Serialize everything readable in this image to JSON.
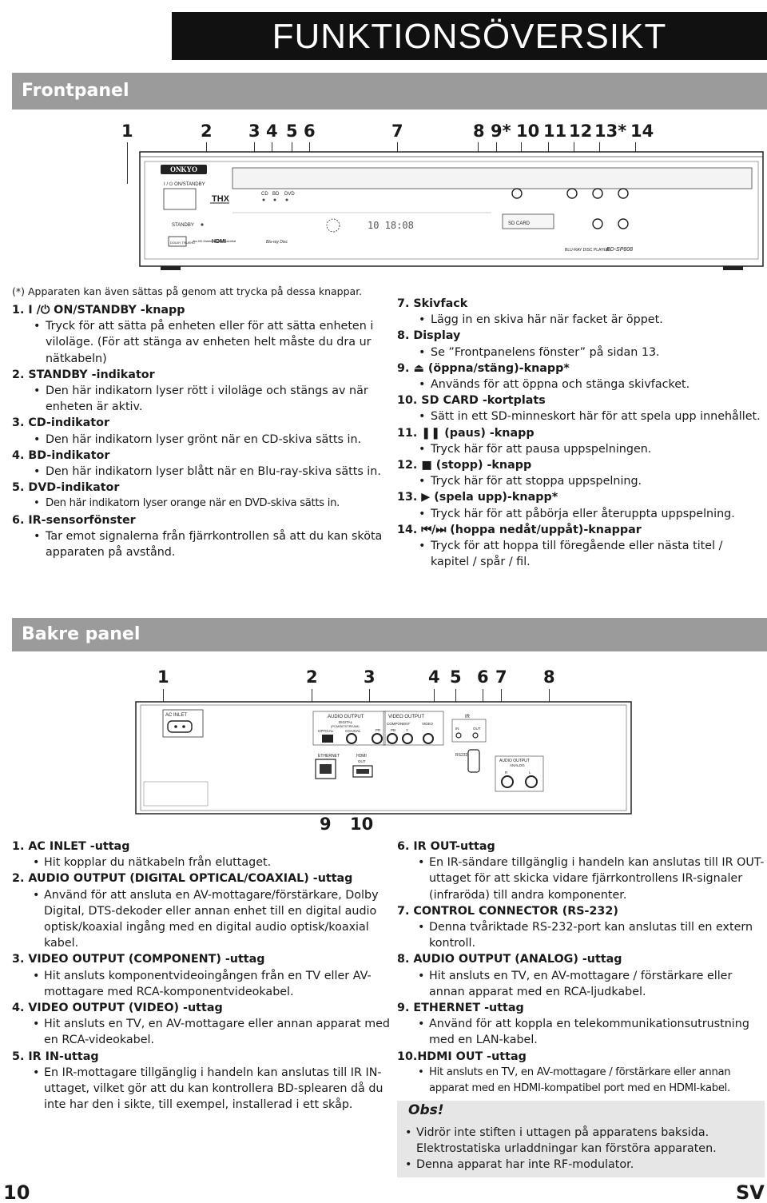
{
  "header": {
    "title": "FUNKTIONSÖVERSIKT"
  },
  "front": {
    "section_title": "Frontpanel",
    "callouts": [
      "1",
      "2",
      "3",
      "4",
      "5",
      "6",
      "7",
      "8",
      "9*",
      "10",
      "11",
      "12",
      "13*",
      "14"
    ],
    "device": {
      "brand": "ONKYO",
      "onstandby": "I / ⏻ ON/STANDBY",
      "thx": "THX",
      "ind_cd": "CD",
      "ind_bd": "BD",
      "ind_dvd": "DVD",
      "standby": "STANDBY",
      "display": "10  18:08",
      "sdcard": "SD CARD",
      "model_label": "BLU-RAY DISC PLAYER",
      "model": "BD-SP808",
      "logo_dolby": "DOLBY TRUEHD",
      "logo_dts": "dts-HD Master Audio Essential",
      "logo_hdmi": "HDMI",
      "logo_bluray": "Blu-ray Disc"
    },
    "footnote": "(*) Apparaten kan även sättas på genom att trycka på dessa knappar.",
    "items_left": [
      {
        "head": "1.  I /⏻ ON/STANDBY -knapp",
        "body": [
          "Tryck för att sätta på enheten eller för att sätta enheten i viloläge. (För att stänga av enheten helt måste du dra ur nätkabeln)"
        ]
      },
      {
        "head": "2.  STANDBY -indikator",
        "body": [
          "Den här indikatorn lyser rött i viloläge och stängs av när enheten är aktiv."
        ]
      },
      {
        "head": "3.  CD-indikator",
        "body": [
          "Den här indikatorn lyser grönt när en CD-skiva sätts in."
        ]
      },
      {
        "head": "4.  BD-indikator",
        "body": [
          "Den här indikatorn lyser blått när en Blu-ray-skiva sätts in."
        ]
      },
      {
        "head": "5.  DVD-indikator",
        "body": [
          "Den här indikatorn lyser orange när en DVD-skiva sätts in."
        ]
      },
      {
        "head": "6.  IR-sensorfönster",
        "body": [
          "Tar emot signalerna från fjärrkontrollen så att du kan sköta apparaten på avstånd."
        ]
      }
    ],
    "items_right": [
      {
        "head": "7.  Skivfack",
        "body": [
          "Lägg in en skiva här när facket är öppet."
        ]
      },
      {
        "head": "8.  Display",
        "body": [
          "Se ”Frontpanelens fönster” på sidan 13."
        ]
      },
      {
        "head": "9.  ⏏ (öppna/stäng)-knapp*",
        "body": [
          "Används för att öppna och stänga skivfacket."
        ]
      },
      {
        "head": "10.  SD CARD -kortplats",
        "body": [
          "Sätt in ett SD-minneskort här för att spela upp innehållet."
        ]
      },
      {
        "head": "11.  ❚❚ (paus) -knapp",
        "body": [
          "Tryck här för att pausa uppspelningen."
        ]
      },
      {
        "head": "12.  ■ (stopp) -knapp",
        "body": [
          "Tryck här för att stoppa uppspelning."
        ]
      },
      {
        "head": "13.  ▶ (spela upp)-knapp*",
        "body": [
          "Tryck här för att påbörja eller återuppta uppspelning."
        ]
      },
      {
        "head": "14.  ⏮/⏭ (hoppa nedåt/uppåt)-knappar",
        "body": [
          "Tryck för att hoppa till föregående eller nästa titel / kapitel / spår / fil."
        ]
      }
    ]
  },
  "rear": {
    "section_title": "Bakre panel",
    "callouts_top": [
      "1",
      "2",
      "3",
      "4",
      "5",
      "6",
      "7",
      "8"
    ],
    "callouts_bottom": [
      "9",
      "10"
    ],
    "device": {
      "ac_inlet": "AC INLET",
      "audio_output": "AUDIO OUTPUT",
      "digital": "DIGITAL",
      "pcm": "(PCM/BITSTREAM)",
      "optical": "OPTICAL",
      "coaxial": "COAXIAL",
      "video_output": "VIDEO OUTPUT",
      "component": "COMPONENT",
      "video": "VIDEO",
      "pr": "PR",
      "pb": "PB",
      "y": "Y",
      "ir": "IR",
      "ir_in": "IN",
      "ir_out": "OUT",
      "rs232": "RS232",
      "analog": "ANALOG",
      "ch_r": "R",
      "ch_l": "L",
      "ethernet": "ETHERNET",
      "hdmi": "HDMI",
      "hdmi_out": "OUT"
    },
    "items_left": [
      {
        "head": "1.  AC INLET -uttag",
        "body": [
          "Hit kopplar du nätkabeln från eluttaget."
        ]
      },
      {
        "head": "2.  AUDIO OUTPUT (DIGITAL OPTICAL/COAXIAL) -uttag",
        "body": [
          "Använd för att ansluta en AV-mottagare/förstärkare, Dolby Digital, DTS-dekoder eller annan enhet till en digital audio optisk/koaxial ingång med en digital audio optisk/koaxial kabel."
        ]
      },
      {
        "head": "3.  VIDEO OUTPUT (COMPONENT) -uttag",
        "body": [
          "Hit ansluts komponentvideoingången från en TV eller AV-mottagare med RCA-komponentvideokabel."
        ]
      },
      {
        "head": "4.  VIDEO OUTPUT (VIDEO) -uttag",
        "body": [
          "Hit ansluts en TV, en AV-mottagare eller annan apparat med en RCA-videokabel."
        ]
      },
      {
        "head": "5.  IR IN-uttag",
        "body": [
          "En IR-mottagare tillgänglig i handeln kan anslutas till IR IN-uttaget, vilket gör att du kan kontrollera BD-splearen då du inte har den i sikte, till exempel, installerad i ett skåp."
        ]
      }
    ],
    "items_right": [
      {
        "head": "6.  IR OUT-uttag",
        "body": [
          "En IR-sändare tillgänglig i handeln kan anslutas till IR OUT-uttaget för att skicka vidare fjärrkontrollens IR-signaler (infraröda) till andra komponenter."
        ]
      },
      {
        "head": "7.  CONTROL CONNECTOR (RS-232)",
        "body": [
          "Denna tvåriktade RS-232-port kan anslutas till en extern kontroll."
        ]
      },
      {
        "head": "8.  AUDIO OUTPUT (ANALOG) -uttag",
        "body": [
          "Hit ansluts en TV, en AV-mottagare / förstärkare eller annan apparat med en RCA-ljudkabel."
        ]
      },
      {
        "head": "9.  ETHERNET -uttag",
        "body": [
          "Använd för att koppla en telekommunikationsutrustning med en LAN-kabel."
        ]
      },
      {
        "head": "10.HDMI OUT -uttag",
        "body": [
          "Hit ansluts en TV, en AV-mottagare / förstärkare eller annan apparat med en HDMI-kompatibel port med en HDMI-kabel."
        ]
      }
    ]
  },
  "note": {
    "title": "Obs!",
    "items": [
      "Vidrör inte stiften i uttagen på apparatens baksida. Elektrostatiska urladdningar kan förstöra apparaten.",
      "Denna apparat har inte RF-modulator."
    ]
  },
  "footer": {
    "page_number": "10",
    "language": "SV"
  }
}
